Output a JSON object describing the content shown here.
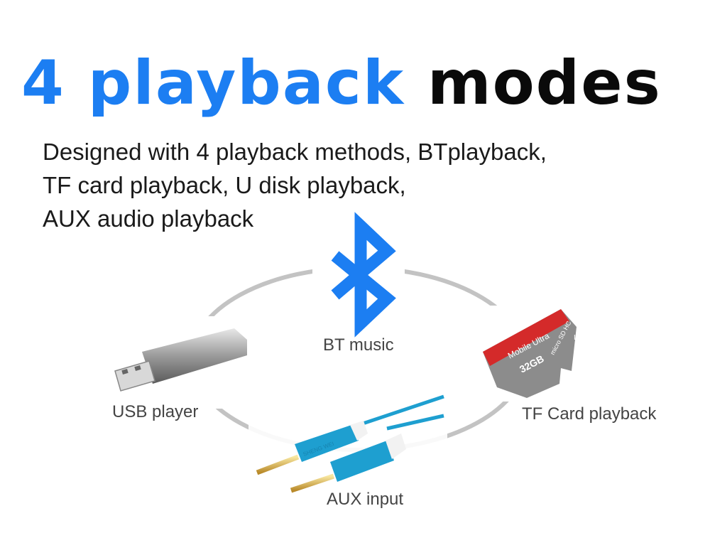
{
  "title": {
    "part1": "4 playback",
    "part2": "modes"
  },
  "description": [
    "Designed with 4 playback methods, BTplayback,",
    "TF card playback, U disk playback,",
    "AUX audio playback"
  ],
  "modes": {
    "bt": "BT music",
    "usb": "USB player",
    "tf": "TF Card playback",
    "aux": "AUX input"
  },
  "tf_card": {
    "brand": "Mobile Ultra",
    "capacity": "32GB",
    "type": "micro SD HC",
    "class": "I"
  },
  "cable_brand": "SHENG WEI",
  "colors": {
    "accent": "#1c7ef2",
    "cable": "#1e9fd0",
    "card_red": "#d42a2a",
    "ring": "#c0c0c0"
  }
}
